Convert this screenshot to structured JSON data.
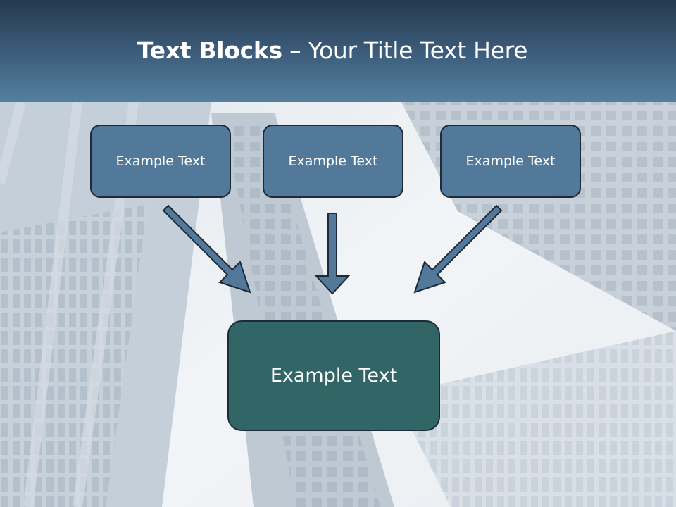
{
  "slide": {
    "title_bold": "Text Blocks",
    "title_rest": " – Your Title Text Here"
  },
  "blocks": [
    {
      "label": "Example Text"
    },
    {
      "label": "Example Text"
    },
    {
      "label": "Example Text"
    }
  ],
  "main_block": {
    "label": "Example Text"
  },
  "colors": {
    "header": "#3e5f7e",
    "top_boxes": "#52789a",
    "main_box": "#326565",
    "arrows": "#52789a",
    "outline": "#1d2a38"
  }
}
